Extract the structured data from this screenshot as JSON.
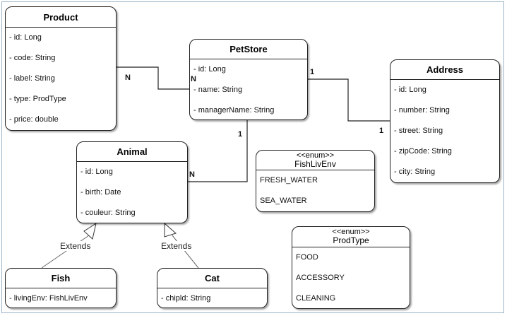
{
  "classes": {
    "product": {
      "name": "Product",
      "attributes": [
        "- id: Long",
        "- code: String",
        "- label: String",
        "- type: ProdType",
        "- price: double"
      ]
    },
    "petstore": {
      "name": "PetStore",
      "attributes": [
        "- id: Long",
        "- name: String",
        "- managerName: String"
      ]
    },
    "address": {
      "name": "Address",
      "attributes": [
        "- id: Long",
        "- number: String",
        "- street: String",
        "- zipCode: String",
        "- city: String"
      ]
    },
    "animal": {
      "name": "Animal",
      "attributes": [
        "- id: Long",
        "- birth: Date",
        "- couleur: String"
      ]
    },
    "fish": {
      "name": "Fish",
      "attributes": [
        "- livingEnv: FishLivEnv"
      ]
    },
    "cat": {
      "name": "Cat",
      "attributes": [
        "- chipld: String"
      ]
    }
  },
  "enums": {
    "fishlivenv": {
      "stereotype": "<<enum>>",
      "name": "FishLivEnv",
      "values": [
        "FRESH_WATER",
        "SEA_WATER"
      ]
    },
    "prodtype": {
      "stereotype": "<<enum>>",
      "name": "ProdType",
      "values": [
        "FOOD",
        "ACCESSORY",
        "CLEANING"
      ]
    }
  },
  "multiplicities": {
    "product_side": "N",
    "petstore_product_side": "N",
    "petstore_address_side": "1",
    "address_side": "1",
    "petstore_animal_side": "1",
    "animal_side": "N"
  },
  "relations": {
    "fish_extends": "Extends",
    "cat_extends": "Extends"
  }
}
